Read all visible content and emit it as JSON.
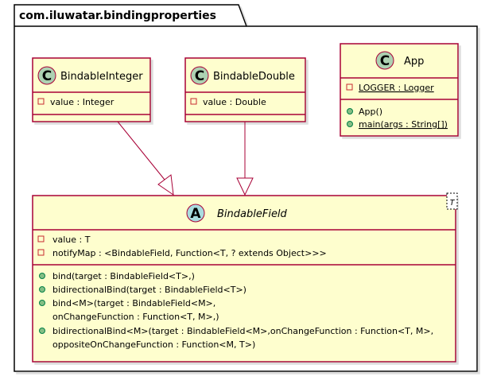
{
  "package": {
    "name": "com.iluwatar.bindingproperties"
  },
  "colors": {
    "class_fill": "#FEFECE",
    "class_border": "#A80036",
    "circle_class": "#ADD1B2",
    "circle_abstract": "#A9DCDF",
    "public_icon": "#84BE84",
    "package_border": "#000000"
  },
  "classes": {
    "bindable_integer": {
      "stereotype": "C",
      "name": "BindableInteger",
      "attributes": [
        "value : Integer"
      ]
    },
    "bindable_double": {
      "stereotype": "C",
      "name": "BindableDouble",
      "attributes": [
        "value : Double"
      ]
    },
    "app": {
      "stereotype": "C",
      "name": "App",
      "attributes": [
        "LOGGER : Logger"
      ],
      "methods": [
        "App()",
        "main(args : String[])"
      ]
    },
    "bindable_field": {
      "stereotype": "A",
      "name": "BindableField",
      "type_param": "T",
      "attributes": [
        "value : T",
        "notifyMap : <BindableField, Function<T, ? extends Object>>>"
      ],
      "methods": [
        "bind(target : BindableField<T>,)",
        "bidirectionalBind(target : BindableField<T>)",
        "bind<M>(target : BindableField<M>,",
        "onChangeFunction : Function<T, M>,)",
        "bidirectionalBind<M>(target : BindableField<M>,onChangeFunction : Function<T, M>,",
        "oppositeOnChangeFunction : Function<M, T>)"
      ]
    }
  },
  "relations": [
    {
      "from": "BindableInteger",
      "to": "BindableField",
      "type": "extends"
    },
    {
      "from": "BindableDouble",
      "to": "BindableField",
      "type": "extends"
    }
  ]
}
